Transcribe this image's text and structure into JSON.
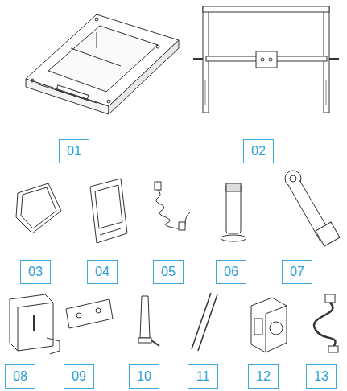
{
  "diagram": {
    "nodes": [
      {
        "text": [
          "01"
        ]
      },
      {
        "text": [
          "02"
        ]
      },
      {
        "text": [
          "03"
        ]
      },
      {
        "text": [
          "04"
        ]
      },
      {
        "text": [
          "05"
        ]
      },
      {
        "text": [
          "06"
        ]
      },
      {
        "text": [
          "07"
        ]
      },
      {
        "text": [
          "08"
        ]
      },
      {
        "text": [
          "09"
        ]
      },
      {
        "text": [
          "10"
        ]
      },
      {
        "text": [
          "11"
        ]
      },
      {
        "text": [
          "12"
        ]
      },
      {
        "text": [
          "13"
        ]
      }
    ]
  }
}
